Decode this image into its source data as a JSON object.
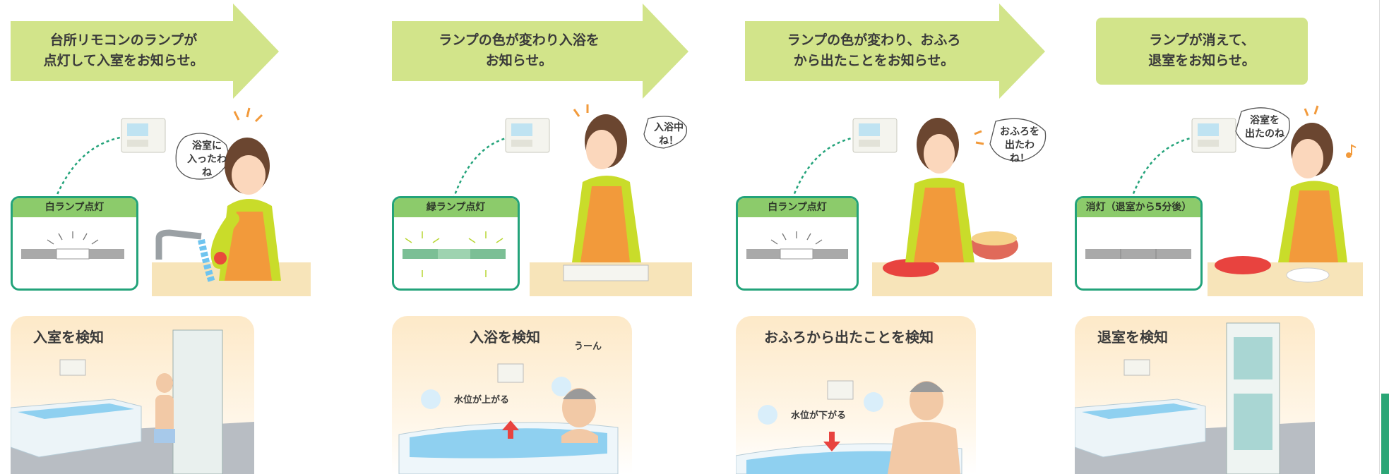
{
  "steps": [
    {
      "banner": "台所リモコンのランプが\n点灯して入室をお知らせ。",
      "lamp_label": "白ランプ点灯",
      "bubble": "浴室に\n入ったわね",
      "detect_title": "入室を検知"
    },
    {
      "banner": "ランプの色が変わり入浴を\nお知らせ。",
      "lamp_label": "緑ランプ点灯",
      "bubble": "入浴中ね！",
      "detect_title": "入浴を検知",
      "water_note": "水位が上がる",
      "sound": "うーん"
    },
    {
      "banner": "ランプの色が変わり、おふろ\nから出たことをお知らせ。",
      "lamp_label": "白ランプ点灯",
      "bubble": "おふろを\n出たわね！",
      "detect_title": "おふろから出たことを検知",
      "water_note": "水位が下がる"
    },
    {
      "banner": "ランプが消えて、\n退室をお知らせ。",
      "lamp_label": "消灯（退室から5分後）",
      "bubble": "浴室を\n出たのね",
      "detect_title": "退室を検知"
    }
  ],
  "colors": {
    "arrow": "#d2e48a",
    "lamp_border": "#23a37a",
    "lamp_label_bg": "#8ccb6b",
    "detect_bg": "#fde9c8",
    "apron": "#f29a3b",
    "shirt": "#c9dc2a",
    "water": "#8fd0f0"
  },
  "icons": [
    "remote-panel-icon",
    "lamp-bar-icon",
    "up-arrow-icon",
    "down-arrow-icon",
    "music-note-icon"
  ]
}
